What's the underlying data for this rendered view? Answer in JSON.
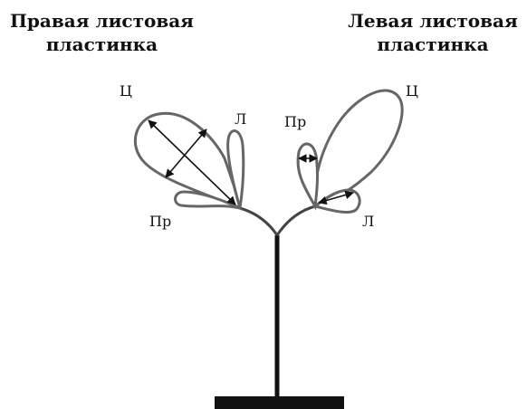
{
  "headings": {
    "right_leaf": {
      "line1": "Правая листовая",
      "line2": "пластинка"
    },
    "left_leaf": {
      "line1": "Левая листовая",
      "line2": "пластинка"
    }
  },
  "labels": {
    "right_center": "Ц",
    "right_lateral": "Л",
    "right_proximal": "Пр",
    "left_center": "Ц",
    "left_proximal": "Пр",
    "left_lateral": "Л"
  },
  "colors": {
    "outline": "#666666",
    "arrows": "#111111",
    "stem": "#111111"
  }
}
